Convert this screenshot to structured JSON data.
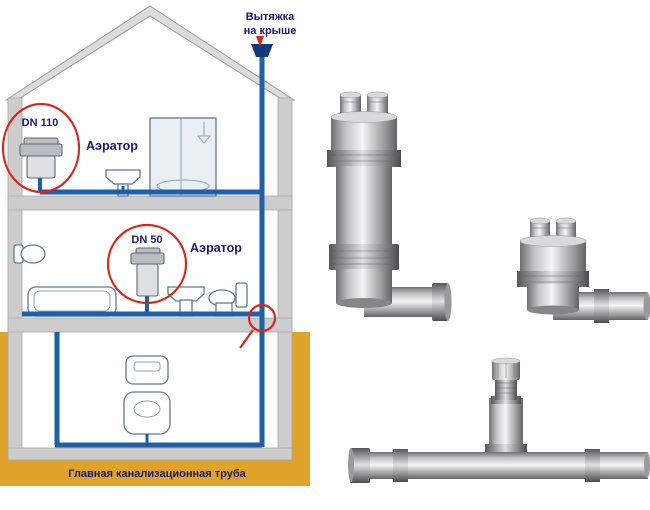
{
  "labels": {
    "roof_vent_line1": "Вытяжка",
    "roof_vent_line2": "на крыше",
    "dn110": "DN 110",
    "aerator_top": "Аэратор",
    "dn50": "DN 50",
    "aerator_mid": "Аэратор",
    "main_pipe": "Главная канализационная труба"
  },
  "colors": {
    "pipe": "#1d5fa8",
    "vent_cap": "#123a7a",
    "ground": "#dfa32a",
    "highlight": "#d42a1e",
    "label_text": "#1a1a72"
  }
}
